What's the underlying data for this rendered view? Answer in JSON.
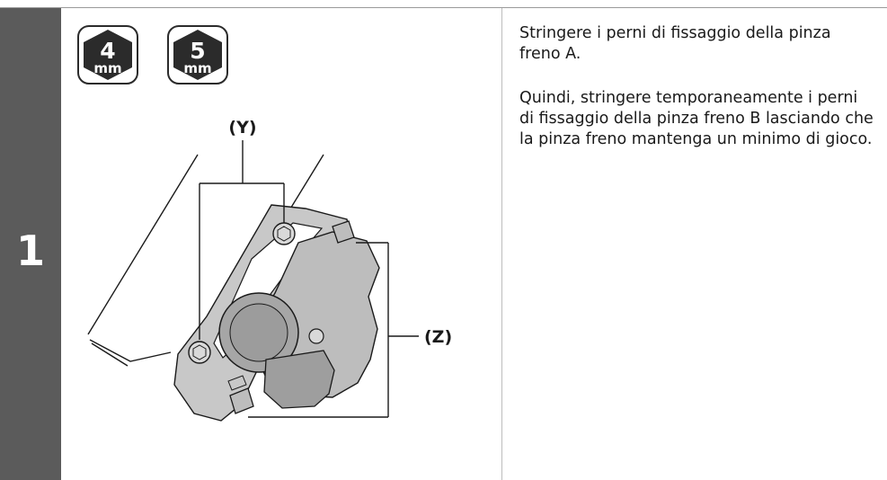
{
  "step": {
    "number": "1"
  },
  "tools": [
    {
      "value": "4",
      "unit": "mm"
    },
    {
      "value": "5",
      "unit": "mm"
    }
  ],
  "figure": {
    "label_y": "(Y)",
    "label_z": "(Z)"
  },
  "instructions": {
    "paragraph_1": "Stringere i perni di fissaggio della pinza freno A.",
    "paragraph_2": "Quindi, stringere temporaneamente i perni di fissaggio della pinza freno B lasciando che la pinza freno mantenga un minimo di gioco."
  },
  "colors": {
    "step_bar": "#5b5b5b",
    "badge_fill": "#2b2b2b",
    "caliper_fill": "#c8c8c8",
    "caliper_dark": "#9e9e9e"
  }
}
